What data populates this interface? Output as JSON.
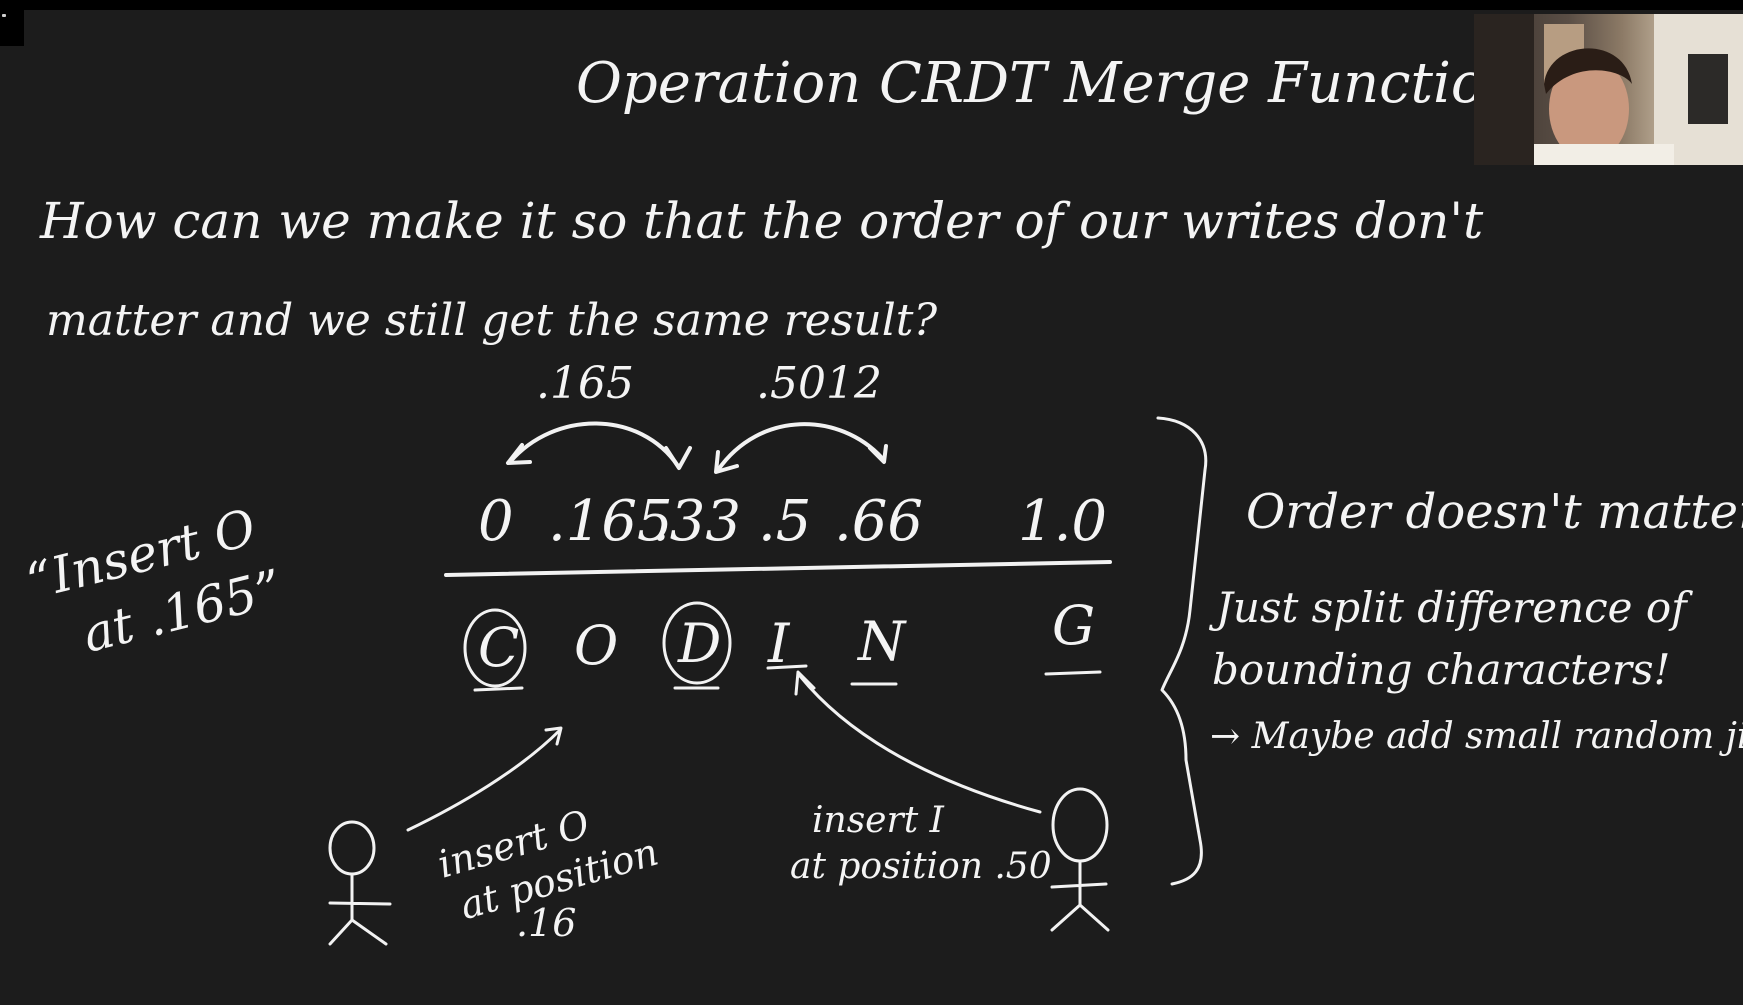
{
  "title": "Operation CRDT Merge Function",
  "question": {
    "line1": "How can we make it  so that the order of our writes don't",
    "line2": "matter and we still get the same result?"
  },
  "diff_labels": {
    "left": ".165",
    "right": ".5012"
  },
  "positions": [
    "0",
    ".165",
    ".33",
    ".5",
    ".66",
    "1.0"
  ],
  "letters": [
    "C",
    "O",
    "D",
    "I",
    "N",
    "G"
  ],
  "insert_note": {
    "line1": "“Insert O",
    "line2": "at .165”"
  },
  "left_user": {
    "line1": "insert O",
    "line2": "at position",
    "line3": ".16"
  },
  "right_user": {
    "line1": "insert I",
    "line2": "at position .50"
  },
  "notes": {
    "n1": "Order doesn't matter!",
    "n2": "Just split difference of",
    "n3": "bounding characters!",
    "n4": "→ Maybe add small random jitter"
  },
  "colors": {
    "background": "#1c1c1c",
    "ink": "#f2f2f2"
  },
  "webcam": {
    "icon": "presenter-video-feed"
  }
}
